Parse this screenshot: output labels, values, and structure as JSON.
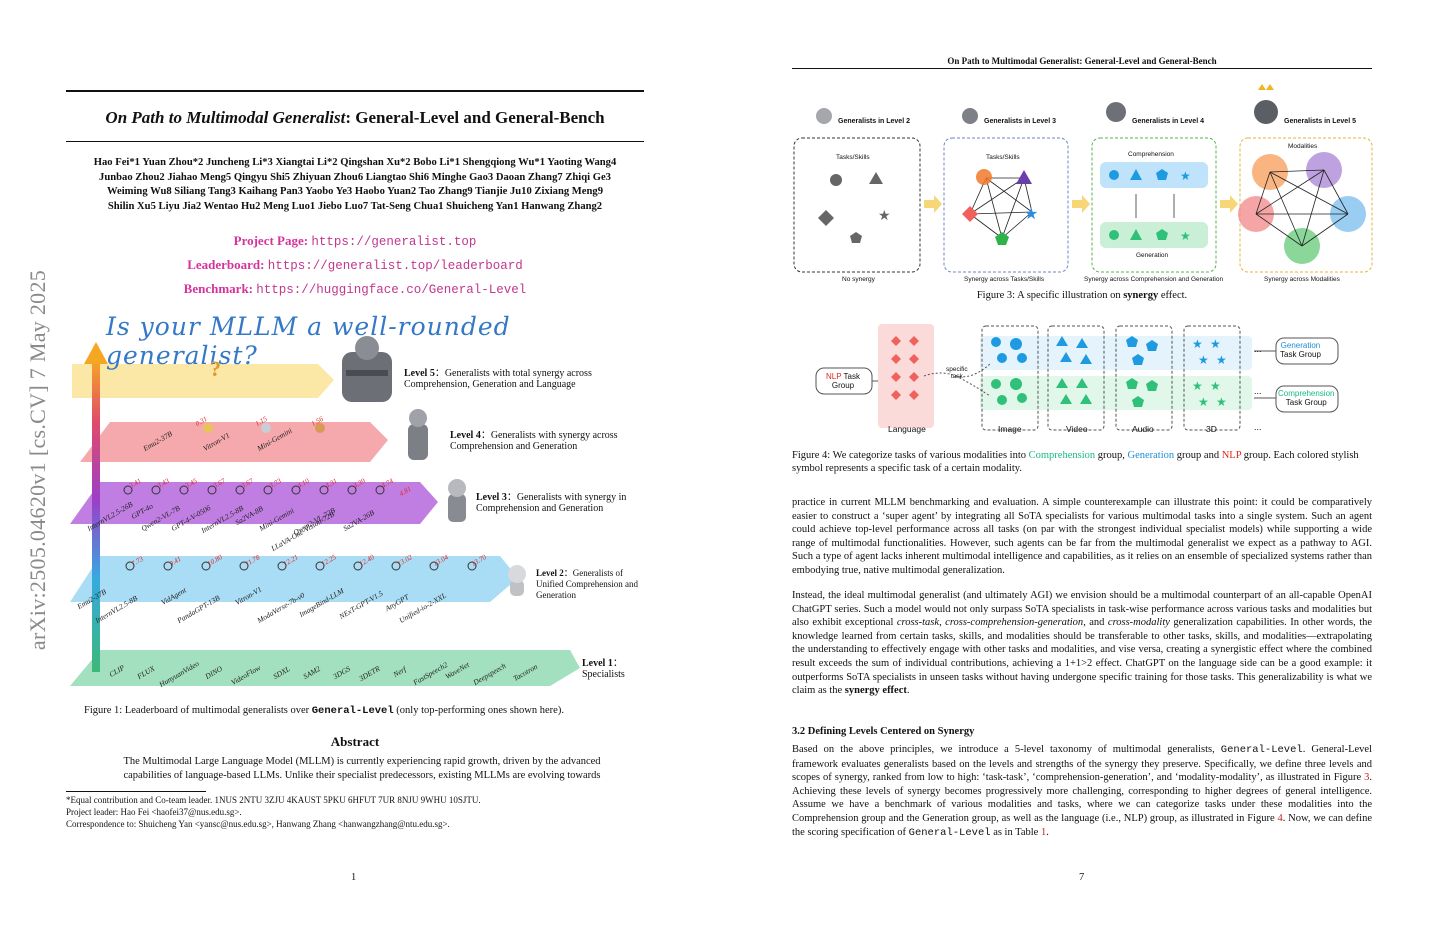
{
  "left_page": {
    "arxiv_stamp": "arXiv:2505.04620v1  [cs.CV]  7 May 2025",
    "title_italic": "On Path to Multimodal Generalist",
    "title_rest": ": General-Level and General-Bench",
    "authors": [
      "Hao Fei*1 Yuan Zhou*2 Juncheng Li*3 Xiangtai Li*2 Qingshan Xu*2 Bobo Li*1 Shengqiong Wu*1 Yaoting Wang4",
      "Junbao Zhou2 Jiahao Meng5 Qingyu Shi5 Zhiyuan Zhou6 Liangtao Shi6 Minghe Gao3 Daoan Zhang7 Zhiqi Ge3",
      "Weiming Wu8 Siliang Tang3 Kaihang Pan3 Yaobo Ye3 Haobo Yuan2 Tao Zhang9 Tianjie Ju10 Zixiang Meng9",
      "Shilin Xu5 Liyu Jia2 Wentao Hu2 Meng Luo1 Jiebo Luo7 Tat-Seng Chua1 Shuicheng Yan1 Hanwang Zhang2"
    ],
    "links": [
      {
        "label": "Project Page:",
        "url": "https://generalist.top"
      },
      {
        "label": "Leaderboard:",
        "url": "https://generalist.top/leaderboard"
      },
      {
        "label": "Benchmark:",
        "url": "https://huggingface.co/General-Level"
      }
    ],
    "figure1": {
      "tagline": "Is your MLLM a well-rounded generalist?",
      "unknown_mark": "?",
      "levels": [
        {
          "name": "Level 5",
          "sep": "：",
          "desc": "Generalists with total synergy across Comprehension, Generation and Language"
        },
        {
          "name": "Level 4",
          "sep": "：",
          "desc": "Generalists with synergy across Comprehension and Generation"
        },
        {
          "name": "Level 3",
          "sep": "：",
          "desc": "Generalists with synergy in Comprehension and Generation"
        },
        {
          "name": "Level 2",
          "sep": "：",
          "desc": "Generalists of Unified Comprehension and Generation"
        },
        {
          "name": "Level 1",
          "sep": "：",
          "desc": "Specialists"
        }
      ],
      "level4_models": [
        {
          "name": "Emu2-37B",
          "score": "0.31"
        },
        {
          "name": "Vitron-V1",
          "score": "1.15"
        },
        {
          "name": "Mini-Gemini",
          "score": "1.56"
        }
      ],
      "level3_models": [
        {
          "name": "InternVL2.5-26B",
          "score": "3.41"
        },
        {
          "name": "GPT-4o",
          "score": "3.43"
        },
        {
          "name": "Qwen2-VL-7B",
          "score": "3.45"
        },
        {
          "name": "GPT-4-V-0506",
          "score": "3.67"
        },
        {
          "name": "InternVL2.5-8B",
          "score": "3.67"
        },
        {
          "name": "Sa2VA-8B",
          "score": "3.73"
        },
        {
          "name": "Mini-Gemini",
          "score": "4.10"
        },
        {
          "name": "Qwen2-VL-72B",
          "score": "4.31"
        },
        {
          "name": "LLaVA-One-Vision-72B",
          "score": "4.39"
        },
        {
          "name": "Sa2VA-26B",
          "score": "4.74"
        },
        {
          "name": "",
          "score": "4.81"
        }
      ],
      "level2_models": [
        {
          "name": "Emu2-37B",
          "score": "7.73"
        },
        {
          "name": "InternVL2.5-8B",
          "score": "9.41"
        },
        {
          "name": "VidAgent",
          "score": "10.80"
        },
        {
          "name": "PandaGPT-13B",
          "score": "11.78"
        },
        {
          "name": "Vitron-V1",
          "score": "12.21"
        },
        {
          "name": "ModaVerse-7b-v0",
          "score": "12.25"
        },
        {
          "name": "ImageBind-LLM",
          "score": "12.40"
        },
        {
          "name": "NExT-GPT-V1.5",
          "score": "13.02"
        },
        {
          "name": "AnyGPT",
          "score": "13.04"
        },
        {
          "name": "Unified-io-2-XXL",
          "score": "13.70"
        }
      ],
      "level1_models": [
        "CLIP",
        "FLUX",
        "HunyuanVideo",
        "DINO",
        "VideoFlow",
        "SDXL",
        "SAM2",
        "3DGS",
        "3DETR",
        "Nerf",
        "FastSpeech2",
        "WaveNet",
        "Deepspeech",
        "Tacotron"
      ]
    },
    "figure1_caption": {
      "prefix": "Figure 1:  Leaderboard of multimodal generalists over",
      "mono": "General-Level",
      "suffix": "(only top-performing ones shown here)."
    },
    "abstract_heading": "Abstract",
    "abstract_text": "The Multimodal Large Language Model (MLLM) is currently experiencing rapid growth, driven by the advanced capabilities of language-based LLMs. Unlike their specialist predecessors, existing MLLMs are evolving towards",
    "footnotes": [
      "*Equal contribution and Co-team leader. 1NUS 2NTU 3ZJU 4KAUST 5PKU 6HFUT 7UR 8NJU 9WHU 10SJTU.",
      "Project leader: Hao Fei <haofei37@nus.edu.sg>.",
      "Correspondence to: Shuicheng Yan <yansc@nus.edu.sg>, Hanwang Zhang <hanwangzhang@ntu.edu.sg>."
    ],
    "page_number": "1"
  },
  "right_page": {
    "running_head": "On Path to Multimodal Generalist: General-Level and General-Bench",
    "figure3": {
      "panels": [
        {
          "heading": "Generalists in Level 2",
          "inner": "Tasks/Skills",
          "footer": "No synergy"
        },
        {
          "heading": "Generalists in Level 3",
          "inner": "Tasks/Skills",
          "footer": "Synergy across Tasks/Skills"
        },
        {
          "heading": "Generalists in Level 4",
          "inner": "Comprehension",
          "inner2": "Generation",
          "footer": "Synergy across Comprehension and Generation"
        },
        {
          "heading": "Generalists in Level 5",
          "inner": "Modalities",
          "footer": "Synergy across Modalities"
        }
      ],
      "caption_prefix": "Figure 3: A specific illustration on",
      "caption_bold": "synergy",
      "caption_suffix": "effect."
    },
    "figure4": {
      "nlp_group_a": "NLP",
      "nlp_group_b": "Task",
      "nlp_group_c": "Group",
      "specific_task_a": "specific",
      "specific_task_b": "task",
      "modalities": [
        "Language",
        "Image",
        "Video",
        "Audio",
        "3D",
        "..."
      ],
      "ellipsis": "...",
      "gen_group_a": "Generation",
      "gen_group_b": "Task Group",
      "comp_group_a": "Comprehension",
      "comp_group_b": "Task Group"
    },
    "figure4_caption": {
      "p1": "Figure 4: We categorize tasks of various modalities into",
      "comp": "Comprehension",
      "p2": "group,",
      "gen": "Generation",
      "p3": "group and",
      "nlp": "NLP",
      "p4": "group. Each colored stylish symbol represents a specific task of a certain modality."
    },
    "para1": "practice in current MLLM benchmarking and evaluation. A simple counterexample can illustrate this point: it could be comparatively easier to construct a ‘super agent’ by integrating all SoTA specialists for various multimodal tasks into a single system. Such an agent could achieve top-level performance across all tasks (on par with the strongest individual specialist models) while supporting a wide range of multimodal functionalities. However, such agents can be far from the multimodal generalist we expect as a pathway to AGI. Such a type of agent lacks inherent multimodal intelligence and capabilities, as it relies on an ensemble of specialized systems rather than embodying true, native multimodal generalization.",
    "para2": {
      "a": "Instead, the ideal multimodal generalist (and ultimately AGI) we envision should be a multimodal counterpart of an all-capable OpenAI ChatGPT series. Such a model would not only surpass SoTA specialists in task-wise performance across various tasks and modalities but also exhibit exceptional",
      "i1": "cross-task",
      "b": ",",
      "i2": "cross-comprehension-generation",
      "c": ", and",
      "i3": "cross-modality",
      "d": "generalization capabilities.  In other words, the knowledge learned from certain tasks, skills, and modalities should be transferable to other tasks, skills, and modalities—extrapolating the understanding to effectively engage with other tasks and modalities, and vise versa, creating a synergistic effect where the combined result exceeds the sum of individual contributions, achieving a 1+1>2 effect. ChatGPT on the language side can be a good example: it outperforms SoTA specialists in unseen tasks without having undergone specific training for those tasks. This generalizability is what we claim as the",
      "bold": "synergy effect",
      "e": "."
    },
    "section_heading": "3.2    Defining Levels Centered on Synergy",
    "para3": {
      "a": "Based on the above principles, we introduce a 5-level taxonomy of multimodal generalists,",
      "m1": "General-Level",
      "b": ". General-Level framework evaluates generalists based on the levels and strengths of the synergy they preserve.  Specifically, we define three levels and scopes of synergy, ranked from low to high: ‘task-task’, ‘comprehension-generation’, and ‘modality-modality’, as illustrated in Figure",
      "ref1": "3",
      "c": ". Achieving these levels of synergy becomes progressively more challenging, corresponding to higher degrees of general intelligence.  Assume we have a benchmark of various modalities and tasks, where we can categorize tasks under these modalities into the Comprehension group and the Generation group, as well as the language (i.e., NLP) group, as illustrated in Figure",
      "ref2": "4",
      "d": ". Now, we can define the scoring specification of",
      "m2": "General-Level",
      "e": "as in Table",
      "ref3": "1",
      "f": "."
    },
    "page_number": "7"
  }
}
